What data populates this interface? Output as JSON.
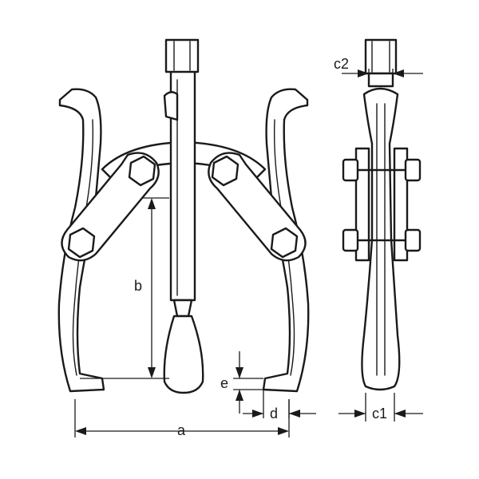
{
  "labels": {
    "a": "a",
    "b": "b",
    "c1": "c1",
    "c2": "c2",
    "d": "d",
    "e": "e"
  }
}
